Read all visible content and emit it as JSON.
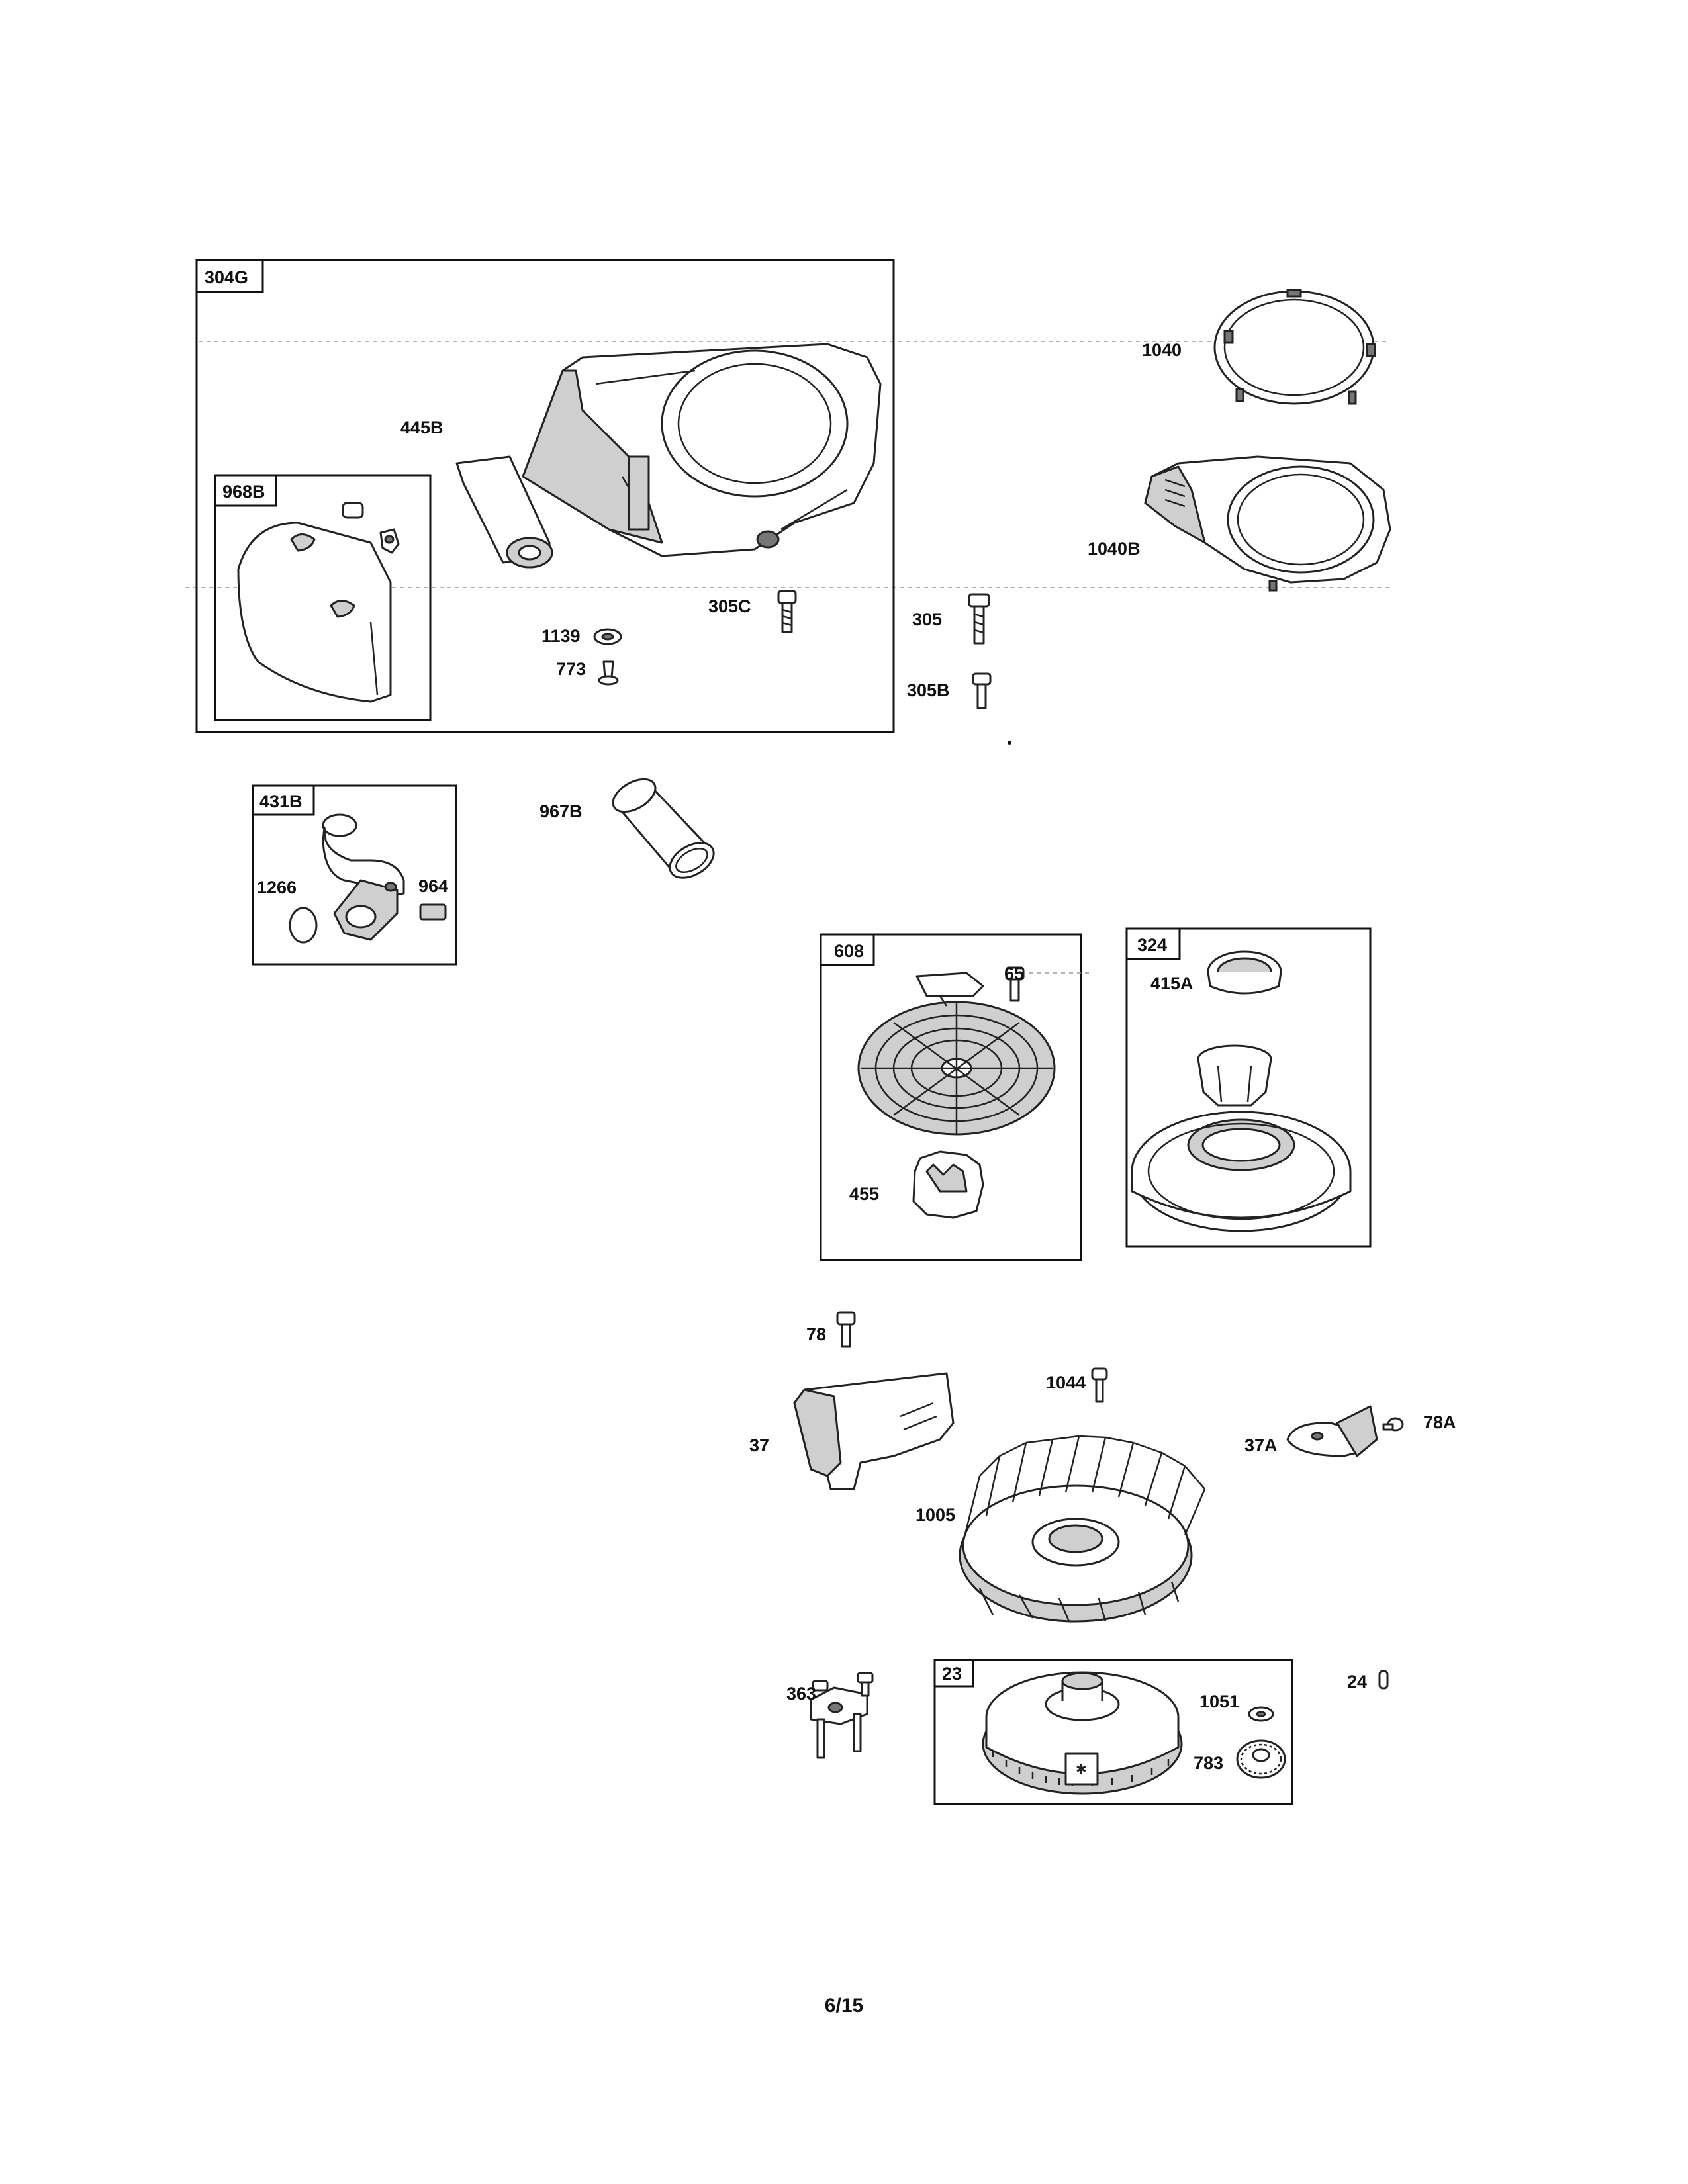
{
  "groups": {
    "g304G": "304G",
    "g968B": "968B",
    "g431B": "431B",
    "g608": "608",
    "g324": "324",
    "g23": "23"
  },
  "parts": {
    "p445B": "445B",
    "p1139": "1139",
    "p773": "773",
    "p305C": "305C",
    "p1040": "1040",
    "p1040B": "1040B",
    "p305": "305",
    "p305B": "305B",
    "p967B": "967B",
    "p1266": "1266",
    "p964": "964",
    "p65": "65",
    "p455": "455",
    "p415A": "415A",
    "p78": "78",
    "p1044": "1044",
    "p37": "37",
    "p37A": "37A",
    "p78A": "78A",
    "p1005": "1005",
    "p363": "363",
    "p1051": "1051",
    "p783": "783",
    "p24": "24"
  },
  "page_number": "6/15"
}
